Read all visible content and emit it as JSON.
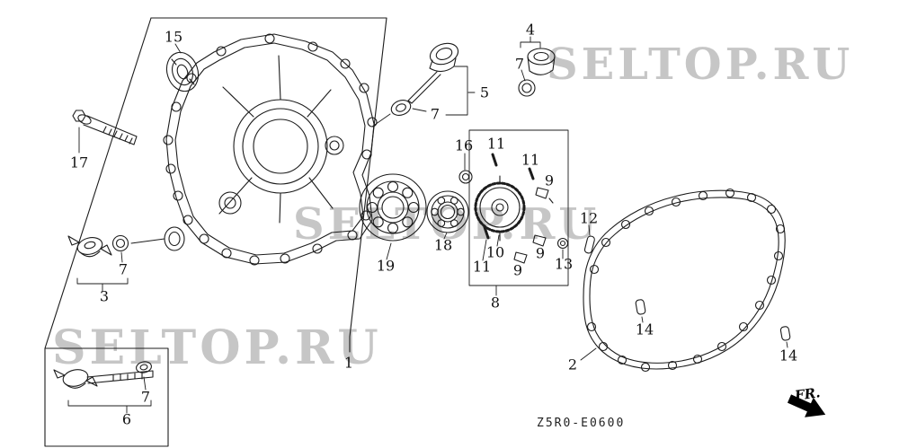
{
  "watermark": {
    "text": "SELTOP.RU",
    "color": "#8f8f8f"
  },
  "footer": {
    "diagram_code": "Z5R0-E0600",
    "direction_label": "FR."
  },
  "part_labels": [
    {
      "text": "15"
    },
    {
      "text": "4"
    },
    {
      "text": "7"
    },
    {
      "text": "5"
    },
    {
      "text": "7"
    },
    {
      "text": "17"
    },
    {
      "text": "16"
    },
    {
      "text": "11"
    },
    {
      "text": "11"
    },
    {
      "text": "9"
    },
    {
      "text": "12"
    },
    {
      "text": "7"
    },
    {
      "text": "3"
    },
    {
      "text": "19"
    },
    {
      "text": "18"
    },
    {
      "text": "10"
    },
    {
      "text": "11"
    },
    {
      "text": "9"
    },
    {
      "text": "9"
    },
    {
      "text": "13"
    },
    {
      "text": "8"
    },
    {
      "text": "2"
    },
    {
      "text": "1"
    },
    {
      "text": "14"
    },
    {
      "text": "14"
    },
    {
      "text": "7"
    },
    {
      "text": "6"
    }
  ]
}
